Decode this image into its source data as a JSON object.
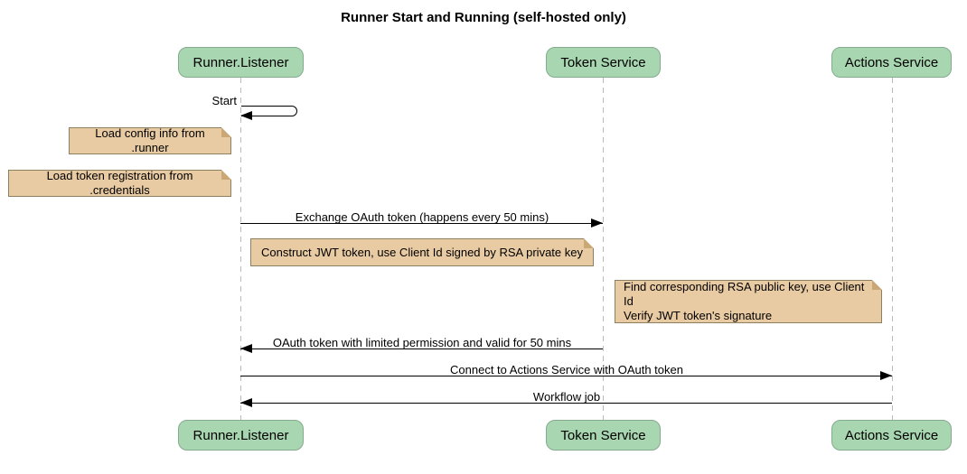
{
  "title": "Runner Start and Running (self-hosted only)",
  "participants": [
    {
      "name": "Runner.Listener"
    },
    {
      "name": "Token Service"
    },
    {
      "name": "Actions Service"
    }
  ],
  "self_message": {
    "label": "Start",
    "on": "Runner.Listener"
  },
  "messages": [
    {
      "label": "Exchange OAuth token (happens every 50 mins)",
      "direction": "right"
    },
    {
      "label": "OAuth token with limited permission and valid for 50 mins",
      "direction": "left"
    },
    {
      "label": "Connect to Actions Service with OAuth token",
      "direction": "right"
    },
    {
      "label": "Workflow job",
      "direction": "left"
    }
  ],
  "notes": [
    {
      "text": "Load config info from .runner"
    },
    {
      "text": "Load token registration from .credentials"
    },
    {
      "text": "Construct JWT token, use Client Id signed by RSA private key"
    },
    {
      "lines": [
        "Find corresponding RSA public key, use Client Id",
        "Verify JWT token's signature"
      ]
    }
  ],
  "colors": {
    "participant_fill": "#a8d6b0",
    "participant_border": "#84ab8e",
    "note_fill": "#e9cba3",
    "note_border": "#8d8060",
    "lifeline": "#bbbbbb",
    "message_line": "#000000"
  }
}
